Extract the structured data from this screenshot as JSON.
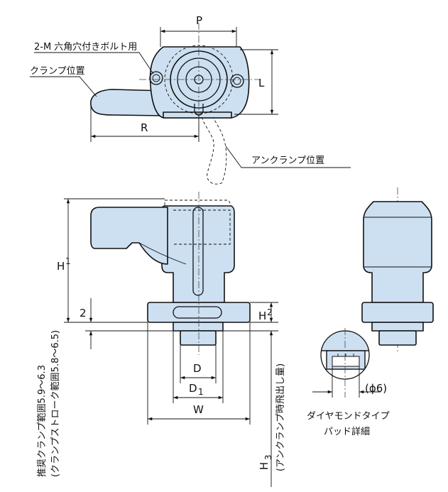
{
  "labels": {
    "P": "P",
    "L": "L",
    "R": "R",
    "H1": "H",
    "H1_sub": "1",
    "H2": "H",
    "H2_sub": "2",
    "H3": "H",
    "H3_sub": "3",
    "two": "2",
    "D": "D",
    "D1": "D",
    "D1_sub": "1",
    "W": "W",
    "phi6": "(ϕ6)"
  },
  "notes": {
    "bolt": "2-M 六角穴付きボルト用",
    "clamp_position": "クランプ位置",
    "unclamp_position": "アンクランプ位置",
    "recommended_range": "推奨クランプ範囲5.9～6.3",
    "stroke_range": "(クランプストローク範囲5.8～6.5)",
    "unclamp_protrusion": "(アンクランプ時飛出し量)",
    "diamond_pad_1": "ダイヤモンドタイプ",
    "diamond_pad_2": "パッド詳細"
  }
}
